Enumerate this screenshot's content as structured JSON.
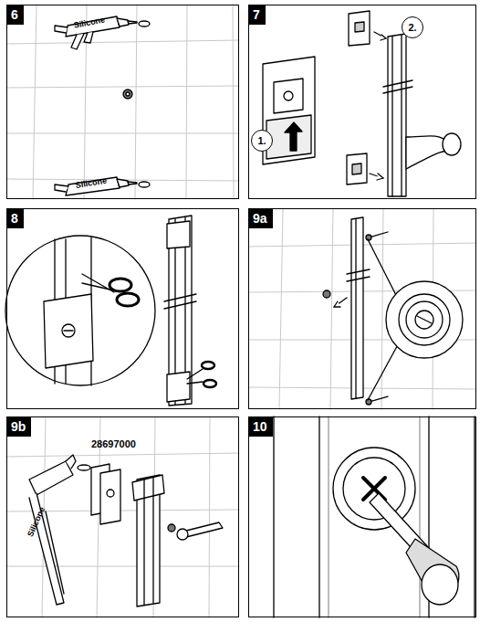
{
  "diagram": {
    "nodes": [
      {
        "text": [
          "6"
        ]
      },
      {
        "text": [
          "7"
        ]
      },
      {
        "text": [
          "8"
        ]
      },
      {
        "text": [
          "9a"
        ]
      },
      {
        "text": [
          "9b"
        ]
      },
      {
        "text": [
          "10"
        ]
      }
    ],
    "labels": [
      "Silicone",
      "Silicone",
      "1.",
      "2.",
      "28697000",
      "Silicone"
    ]
  }
}
